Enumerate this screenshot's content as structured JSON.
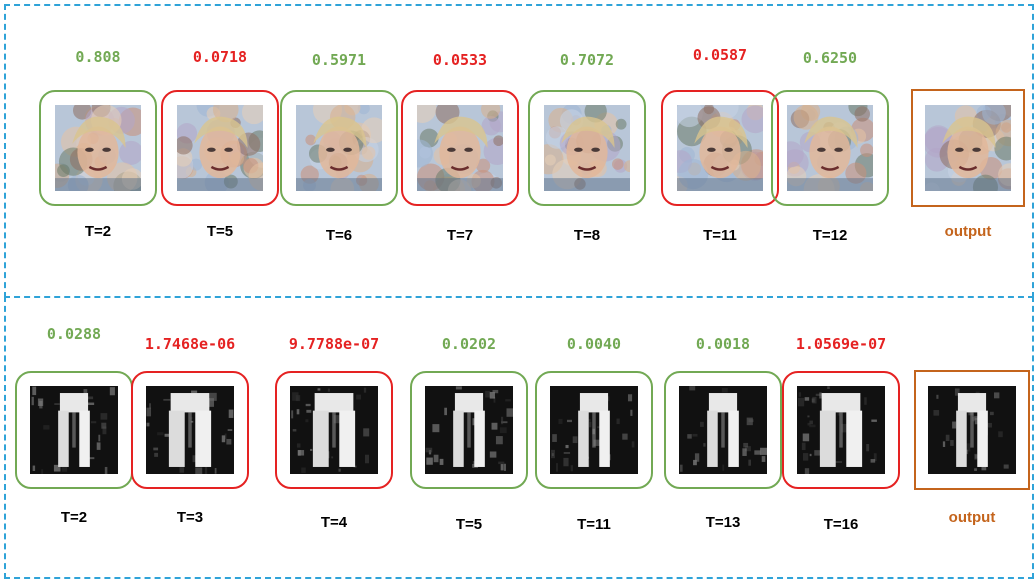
{
  "rows": [
    {
      "items": [
        {
          "score": "0.808",
          "status": "selected",
          "label": "T=2"
        },
        {
          "score": "0.0718",
          "status": "rejected",
          "label": "T=5"
        },
        {
          "score": "0.5971",
          "status": "selected",
          "label": "T=6"
        },
        {
          "score": "0.0533",
          "status": "rejected",
          "label": "T=7"
        },
        {
          "score": "0.7072",
          "status": "selected",
          "label": "T=8"
        },
        {
          "score": "0.0587",
          "status": "rejected",
          "label": "T=11"
        },
        {
          "score": "0.6250",
          "status": "selected",
          "label": "T=12"
        }
      ],
      "output_label": "output",
      "image_kind": "generated face"
    },
    {
      "items": [
        {
          "score": "0.0288",
          "status": "selected",
          "label": "T=2"
        },
        {
          "score": "1.7468e-06",
          "status": "rejected",
          "label": "T=3"
        },
        {
          "score": "9.7788e-07",
          "status": "rejected",
          "label": "T=4"
        },
        {
          "score": "0.0202",
          "status": "selected",
          "label": "T=5"
        },
        {
          "score": "0.0040",
          "status": "selected",
          "label": "T=11"
        },
        {
          "score": "0.0018",
          "status": "selected",
          "label": "T=13"
        },
        {
          "score": "1.0569e-07",
          "status": "rejected",
          "label": "T=16"
        }
      ],
      "output_label": "output",
      "image_kind": "generated trousers"
    }
  ],
  "colors": {
    "selected": "#72a954",
    "rejected": "#e52222",
    "output": "#c4641c",
    "dashed_border": "#2fa3d8"
  }
}
